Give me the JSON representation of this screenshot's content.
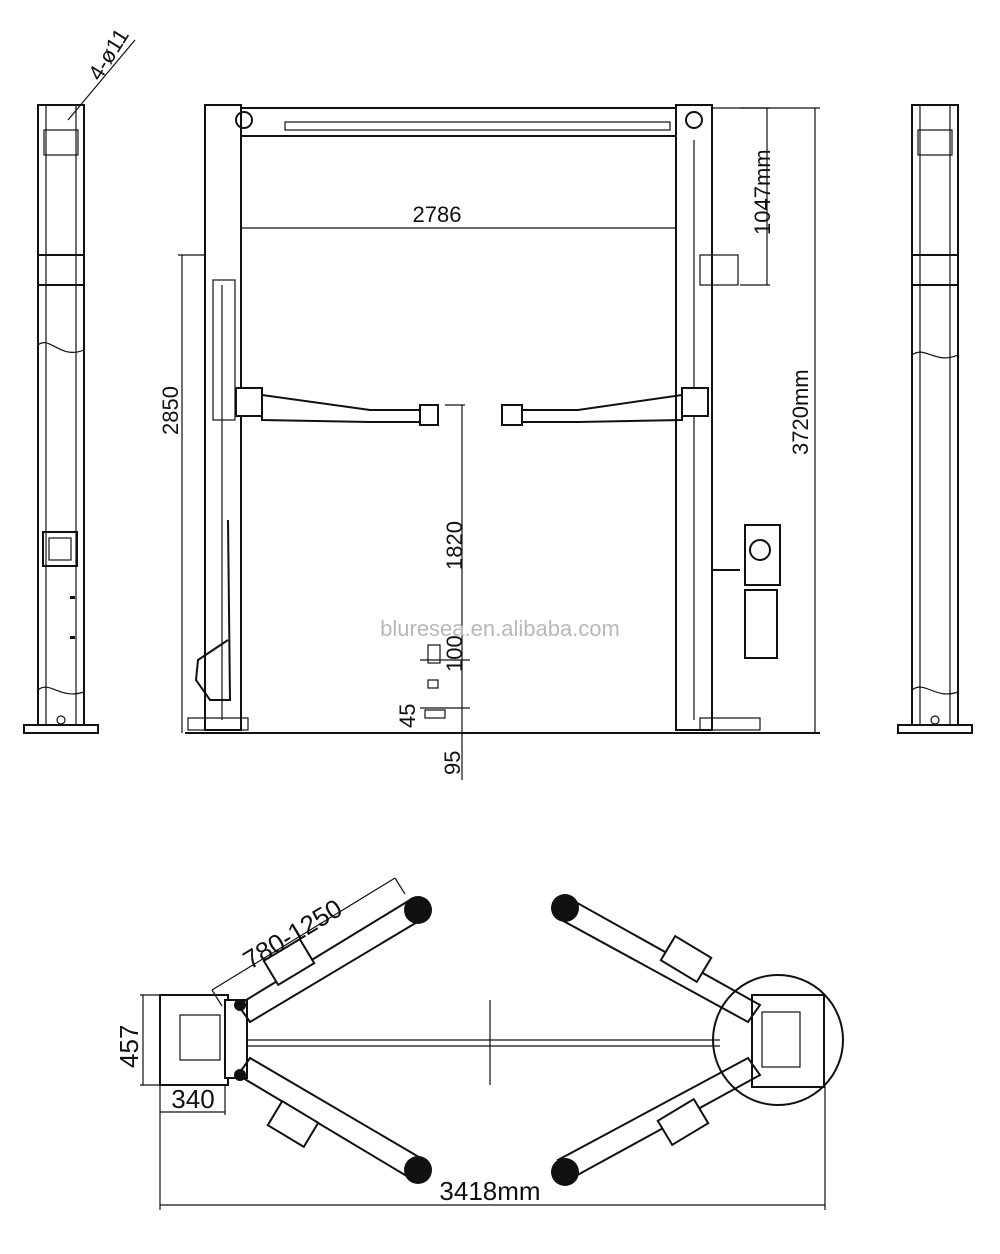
{
  "dimensions": {
    "bolt_holes": "4-ø11",
    "inner_width": "2786",
    "top_clearance": "1047mm",
    "total_height": "3720mm",
    "column_height": "2850",
    "max_lift": "1820",
    "pad_height": "100",
    "adapter_height": "45",
    "min_height": "95",
    "arm_reach": "780-1250",
    "base_depth": "457",
    "base_width": "340",
    "overall_width": "3418mm"
  },
  "watermark": "bluresea.en.alibaba.com"
}
